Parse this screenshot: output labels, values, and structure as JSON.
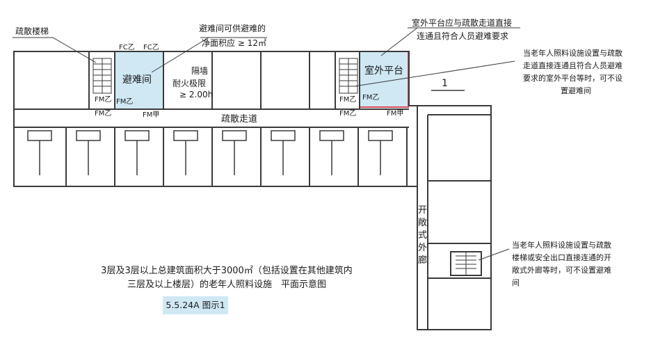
{
  "colors": {
    "refuge_fill": "#cfe8f4",
    "refuge_border": "#d94a5a",
    "wall": "#3a3a3a",
    "tag_fill": "#cfe8f4"
  },
  "labels": {
    "stair": "疏散楼梯",
    "refuge_note_l1": "避难间可供避难的",
    "refuge_note_l2": "净面积应 ≥ 12㎡",
    "fc1": "FC乙",
    "fc2": "FC乙",
    "refuge_room": "避难间",
    "wall_l1": "隔墙",
    "wall_l2": "耐火极限",
    "wall_l3": "≥ 2.00h",
    "fm1": "FM乙",
    "fm2": "FM乙",
    "fm3": "FM乙",
    "fm4": "FM甲",
    "corridor": "疏散走道",
    "platform_note_l1": "室外平台应与疏散走道直接",
    "platform_note_l2": "连通且符合人员避难要求",
    "platform": "室外平台",
    "fm5": "FM乙",
    "fm6": "FM乙",
    "fm7": "FM乙",
    "fm8": "FM甲",
    "section": "1",
    "note3_l1": "当老年人照料设施设置与疏散",
    "note3_l2": "走道直接连通且符合人员避难",
    "note3_l3": "要求的室外平台等时，可不设",
    "note3_l4": "置避难间",
    "gallery_c1": "开",
    "gallery_c2": "敞",
    "gallery_c3": "式",
    "gallery_c4": "外",
    "gallery_c5": "廊",
    "note4_l1": "当老年人照料设施设置与疏散",
    "note4_l2": "楼梯或安全出口直接连通的开",
    "note4_l3": "敞式外廊等时，可不设置避难",
    "note4_l4": "间"
  },
  "caption": {
    "line1": "3层及3层以上总建筑面积大于3000㎡（包括设置在其他建筑内",
    "line2": "三层及以上楼层）的老年人照料设施　平面示意图",
    "tag": "5.5.24A 图示1"
  }
}
